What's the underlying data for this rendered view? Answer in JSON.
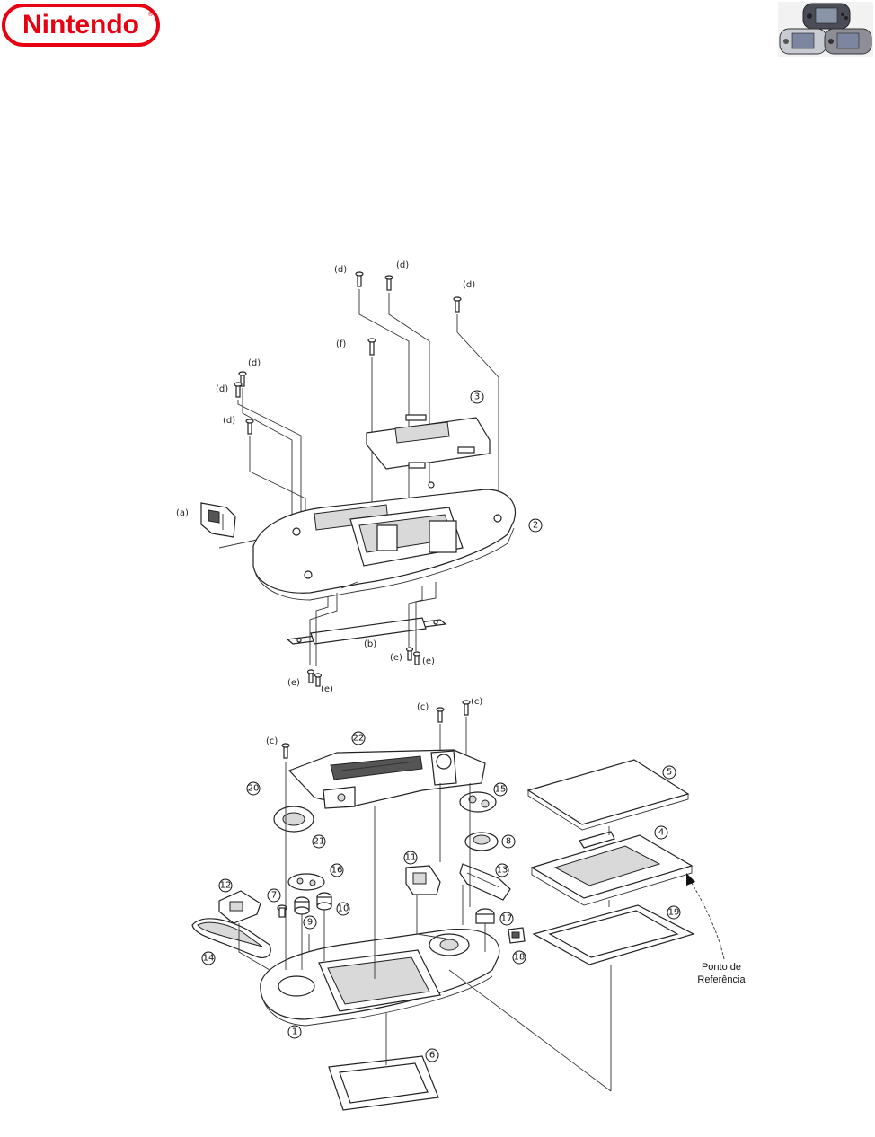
{
  "header": {
    "logo_text": "Nintendo",
    "logo_color": "#e60012",
    "thumbnail_icon": "game-boy-advance-consoles-image"
  },
  "diagram": {
    "screw_labels": {
      "d": "(d)",
      "f": "(f)",
      "e": "(e)",
      "c": "(c)",
      "a": "(a)",
      "b": "(b)"
    },
    "part_numbers": [
      "1",
      "2",
      "3",
      "4",
      "5",
      "6",
      "7",
      "8",
      "9",
      "10",
      "11",
      "12",
      "13",
      "14",
      "15",
      "16",
      "17",
      "18",
      "19",
      "20",
      "21",
      "22"
    ],
    "reference_label_line1": "Ponto de",
    "reference_label_line2": "Referência"
  }
}
